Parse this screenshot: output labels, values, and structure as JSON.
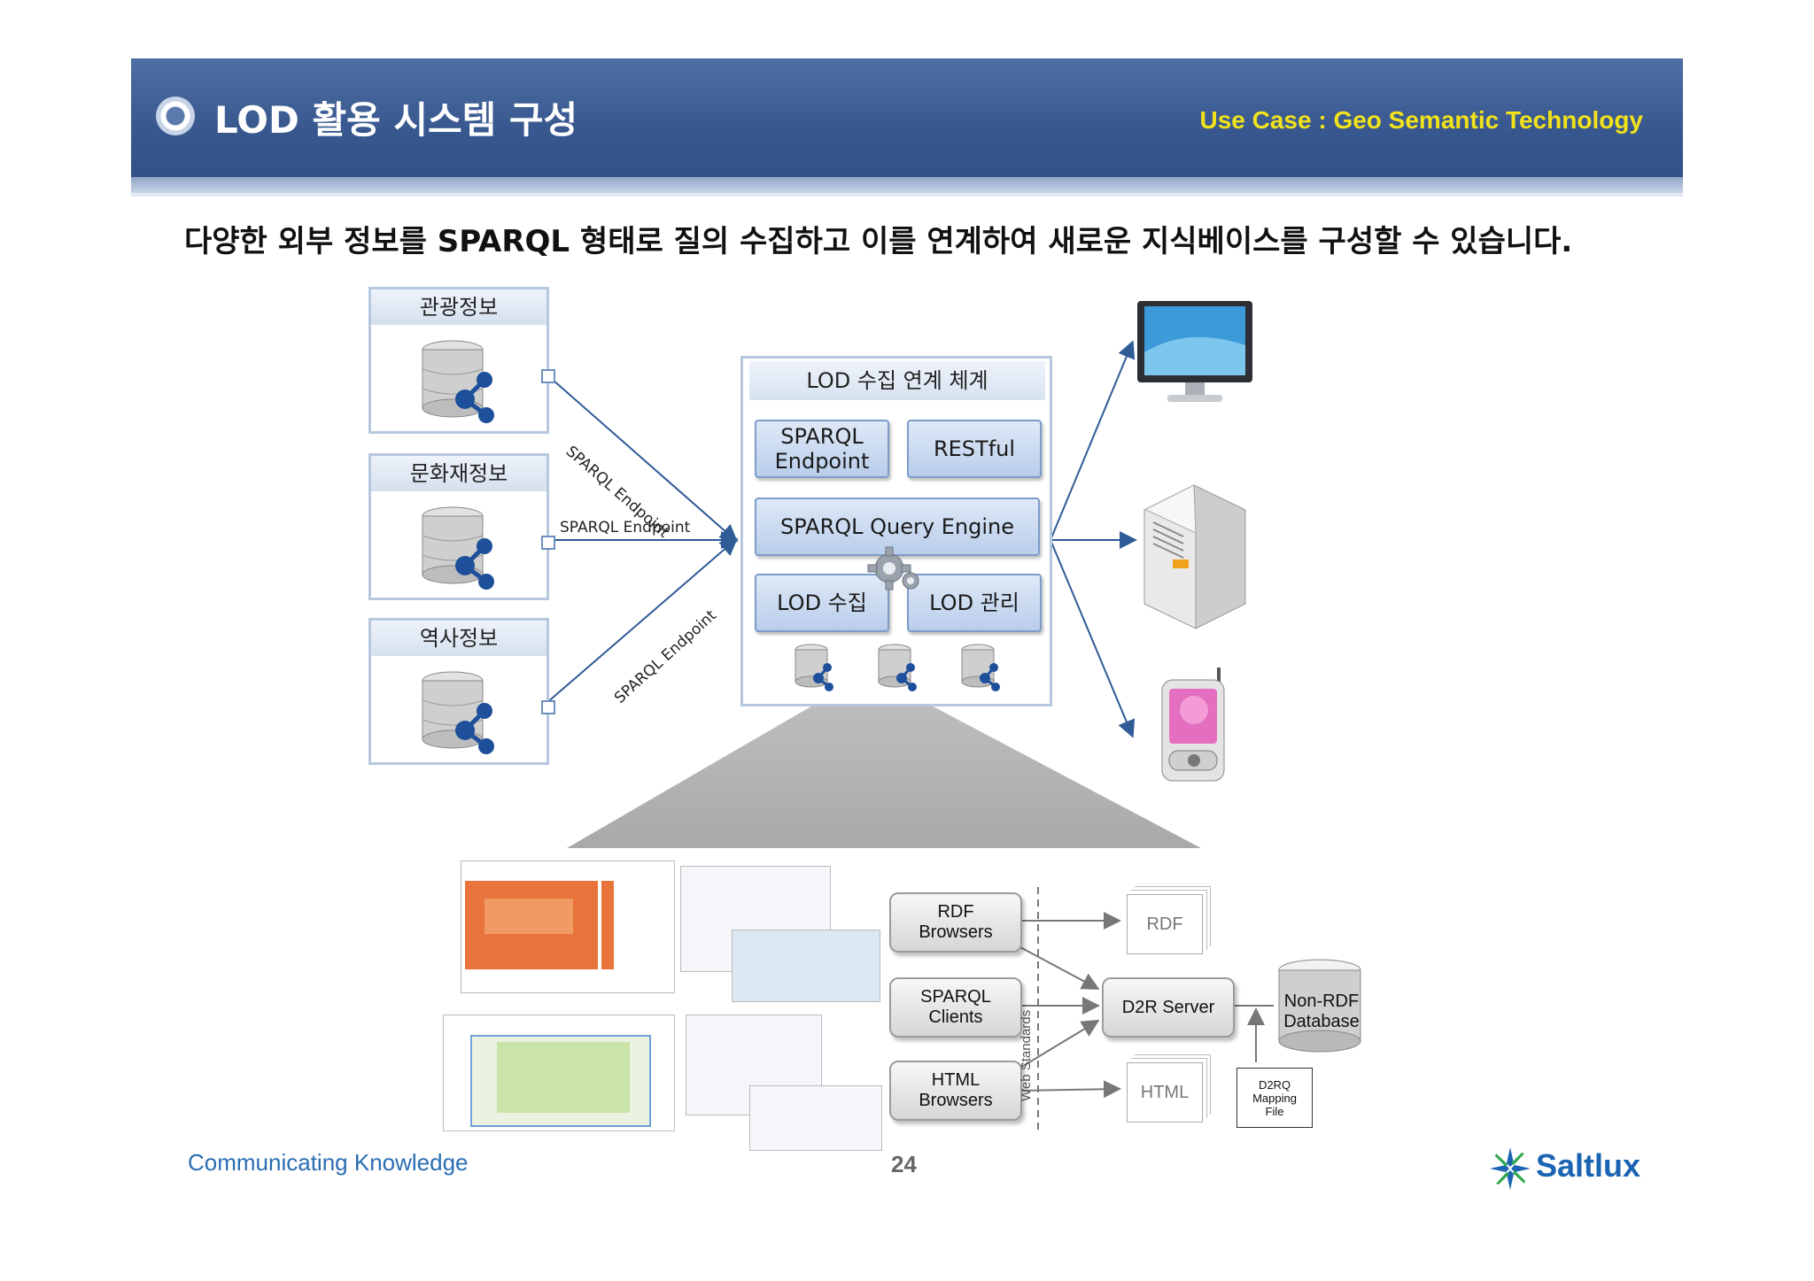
{
  "header": {
    "title": "LOD 활용 시스템 구성",
    "use_case": "Use Case : Geo Semantic Technology"
  },
  "subtitle": "다양한 외부 정보를 SPARQL 형태로 질의 수집하고 이를 연계하여 새로운 지식베이스를 구성할 수 있습니다.",
  "sources": [
    {
      "label": "관광정보",
      "edge_label": "SPARQL Endpoint"
    },
    {
      "label": "문화재정보",
      "edge_label": "SPARQL Endpoint"
    },
    {
      "label": "역사정보",
      "edge_label": "SPARQL Endpoint"
    }
  ],
  "center": {
    "title": "LOD 수집 연계 체계",
    "sparql_endpoint": "SPARQL\nEndpoint",
    "restful": "RESTful",
    "query_engine": "SPARQL Query Engine",
    "lod_collect": "LOD 수집",
    "lod_manage": "LOD 관리"
  },
  "targets": [
    "monitor-icon",
    "server-icon",
    "mobile-phone-icon"
  ],
  "d2r": {
    "rdf_browsers": "RDF\nBrowsers",
    "sparql_clients": "SPARQL\nClients",
    "html_browsers": "HTML\nBrowsers",
    "web_standards": "Web Standards",
    "rdf_doc": "RDF",
    "html_doc": "HTML",
    "d2r_server": "D2R Server",
    "non_rdf_db": "Non-RDF\nDatabase",
    "mapping_file": "D2RQ\nMapping\nFile"
  },
  "footer": {
    "left": "Communicating Knowledge",
    "page": "24",
    "logo": "Saltlux"
  },
  "colors": {
    "header": "#37578e",
    "use_case": "#f2e21a",
    "box_border": "#b6c7de",
    "arrow": "#2f5b96",
    "footer_text": "#2a6db3"
  }
}
